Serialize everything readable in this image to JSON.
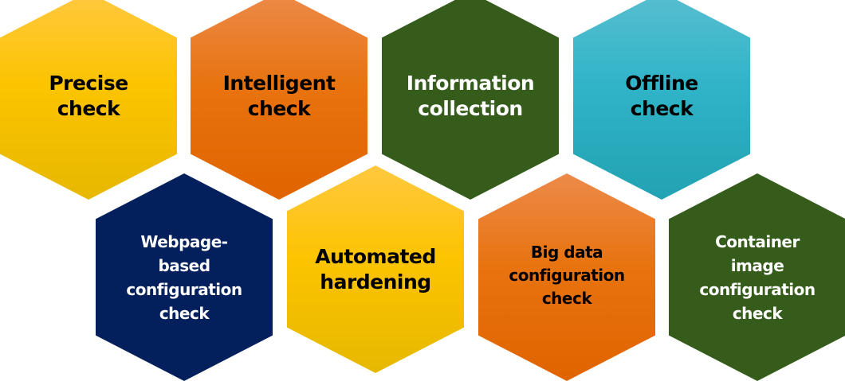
{
  "hexagons": [
    {
      "label": "Precise check",
      "color": "#fcc400"
    },
    {
      "label": "Intelligent check",
      "color": "#e8730f"
    },
    {
      "label": "Information collection",
      "color": "#355c1a"
    },
    {
      "label": "Offline check",
      "color": "#30b4c8"
    },
    {
      "label": "Webpage-based configuration check",
      "color": "#03205c"
    },
    {
      "label": "Automated hardening",
      "color": "#fcc400"
    },
    {
      "label": "Big data configuration check",
      "color": "#e8730f"
    },
    {
      "label": "Container image configuration check",
      "color": "#355c1a"
    }
  ]
}
